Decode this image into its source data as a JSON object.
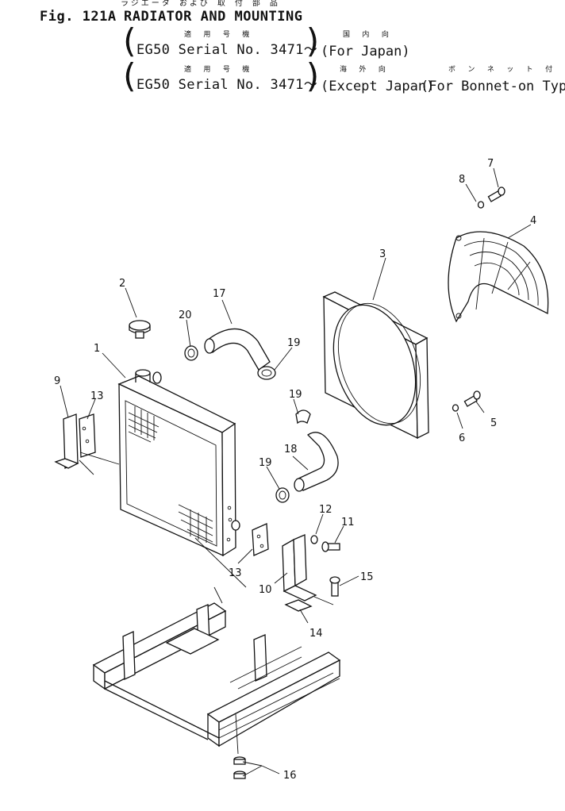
{
  "header": {
    "fig_number": "Fig. 121A",
    "title_jp": "ラジエータ および 取 付 部 品",
    "title_en": "RADIATOR AND MOUNTING",
    "rows": [
      {
        "model_label_jp": "適 用 号 機",
        "serial": "EG50 Serial No. 3471～",
        "market_jp": "国 内 向",
        "market_en": "(For Japan)",
        "extra_jp": "",
        "extra_en": ""
      },
      {
        "model_label_jp": "適 用 号 機",
        "serial": "EG50 Serial No. 3471～",
        "market_jp": "海 外 向",
        "market_en": "(Except Japan)",
        "extra_jp": "ボ ン ネ ッ ト 付",
        "extra_en": "(For Bonnet-on Type)"
      }
    ]
  },
  "callouts": [
    "1",
    "2",
    "3",
    "4",
    "5",
    "6",
    "7",
    "8",
    "9",
    "10",
    "11",
    "12",
    "13",
    "13",
    "14",
    "15",
    "16",
    "17",
    "18",
    "19",
    "19",
    "19",
    "20"
  ]
}
